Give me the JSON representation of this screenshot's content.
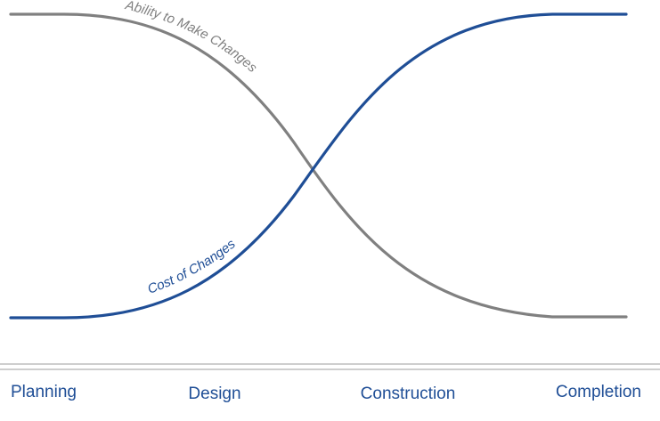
{
  "chart_data": {
    "type": "line",
    "x": [
      "Planning",
      "Design",
      "Construction",
      "Completion"
    ],
    "series": [
      {
        "name": "Ability to Make Changes",
        "color": "#808080",
        "trend": "high-to-low"
      },
      {
        "name": "Cost of Changes",
        "color": "#1f4e96",
        "trend": "low-to-high"
      }
    ],
    "phase_labels": [
      "Planning",
      "Design",
      "Construction",
      "Completion"
    ],
    "phase_label_color": "#1f4e96",
    "axis_color": "#bdbdbd",
    "grid": false,
    "y_axis": "none"
  }
}
